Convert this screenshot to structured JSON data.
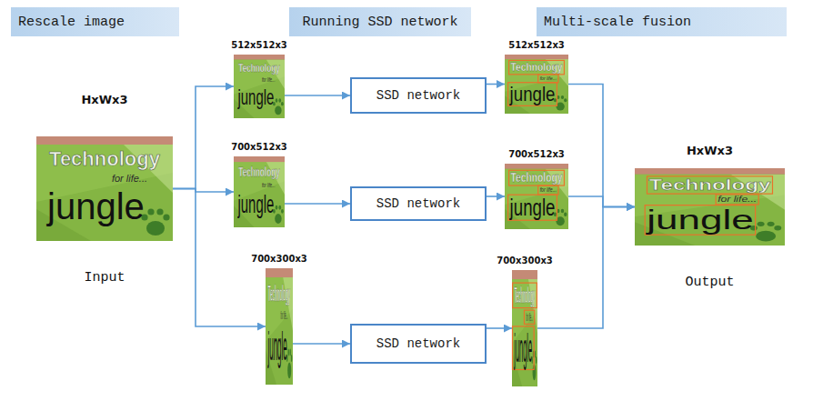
{
  "diagram": {
    "nodes": [
      {
        "text": [
          "Rescale image"
        ]
      },
      {
        "text": [
          "Running SSD network"
        ]
      },
      {
        "text": [
          "Multi-scale fusion"
        ]
      },
      {
        "text": [
          "HxWx3",
          "Technology",
          "for life...",
          "jungle",
          "Input"
        ]
      },
      {
        "text": [
          "512x512x3",
          "Technology",
          "for life...",
          "jungle"
        ]
      },
      {
        "text": [
          "SSD network"
        ]
      },
      {
        "text": [
          "512x512x3",
          "Technology",
          "for life...",
          "jungle"
        ]
      },
      {
        "text": [
          "700x512x3",
          "Technology",
          "for life...",
          "jungle"
        ]
      },
      {
        "text": [
          "SSD network"
        ]
      },
      {
        "text": [
          "700x512x3",
          "Technology",
          "for life...",
          "jungle"
        ]
      },
      {
        "text": [
          "700x300x3",
          "Technology",
          "for life...",
          "jungle"
        ]
      },
      {
        "text": [
          "SSD network"
        ]
      },
      {
        "text": [
          "700x300x3",
          "Technology",
          "for life...",
          "jungle"
        ]
      },
      {
        "text": [
          "HxWx3",
          "Technology",
          "for life...",
          "jungle",
          "Output"
        ]
      }
    ],
    "edges": [
      {
        "from": 3,
        "to": 4,
        "arrow": "to"
      },
      {
        "from": 3,
        "to": 7,
        "arrow": "to"
      },
      {
        "from": 3,
        "to": 10,
        "arrow": "to"
      },
      {
        "from": 4,
        "to": 5,
        "arrow": "to"
      },
      {
        "from": 5,
        "to": 6,
        "arrow": "to"
      },
      {
        "from": 7,
        "to": 8,
        "arrow": "to"
      },
      {
        "from": 8,
        "to": 9,
        "arrow": "to"
      },
      {
        "from": 10,
        "to": 11,
        "arrow": "to"
      },
      {
        "from": 11,
        "to": 12,
        "arrow": "to"
      },
      {
        "from": 6,
        "to": 13,
        "arrow": "to"
      },
      {
        "from": 9,
        "to": 13,
        "arrow": "to"
      },
      {
        "from": 12,
        "to": 13,
        "arrow": "to"
      }
    ]
  }
}
